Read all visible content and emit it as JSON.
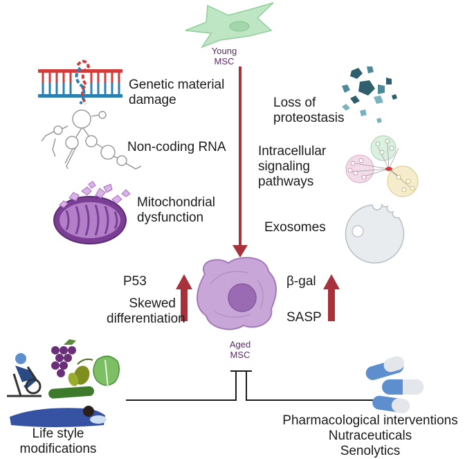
{
  "colors": {
    "arrow": "#a8323b",
    "young_cell": "#bfe6c4",
    "aged_cell": "#b48ac6",
    "mito": "#7a3f95",
    "cell_label": "#5a2a66",
    "capsule_blue": "#5d8fcf"
  },
  "cells": {
    "young": {
      "line1": "Young",
      "line2": "MSC"
    },
    "aged": {
      "line1": "Aged",
      "line2": "MSC"
    }
  },
  "left_factors": [
    {
      "icon": "dna-icon",
      "line1": "Genetic material",
      "line2": "damage"
    },
    {
      "icon": "rna-structure-icon",
      "line1": "Non-coding RNA"
    },
    {
      "icon": "mitochondrion-icon",
      "line1": "Mitochondrial",
      "line2": "dysfunction"
    }
  ],
  "right_factors": [
    {
      "icon": "protein-aggregates-icon",
      "line1": "Loss of",
      "line2": "proteostasis"
    },
    {
      "icon": "signaling-network-icon",
      "line1": "Intracellular",
      "line2": "signaling",
      "line3": "pathways"
    },
    {
      "icon": "exosome-icon",
      "line1": "Exosomes"
    }
  ],
  "markers_left": {
    "top": "P53",
    "line1": "Skewed",
    "line2": "differentiation"
  },
  "markers_right": {
    "top": "β-gal",
    "bottom": "SASP"
  },
  "interventions_left": {
    "icons": [
      "exercise-bike-icon",
      "grapes-icon",
      "olive-icon",
      "lettuce-icon",
      "cucumber-icon",
      "sleeping-person-icon"
    ],
    "line1": "Life style",
    "line2": "modifications"
  },
  "interventions_right": {
    "icons": [
      "capsule-icon"
    ],
    "line1": "Pharmacological interventions",
    "line2": "Nutraceuticals",
    "line3": "Senolytics"
  }
}
